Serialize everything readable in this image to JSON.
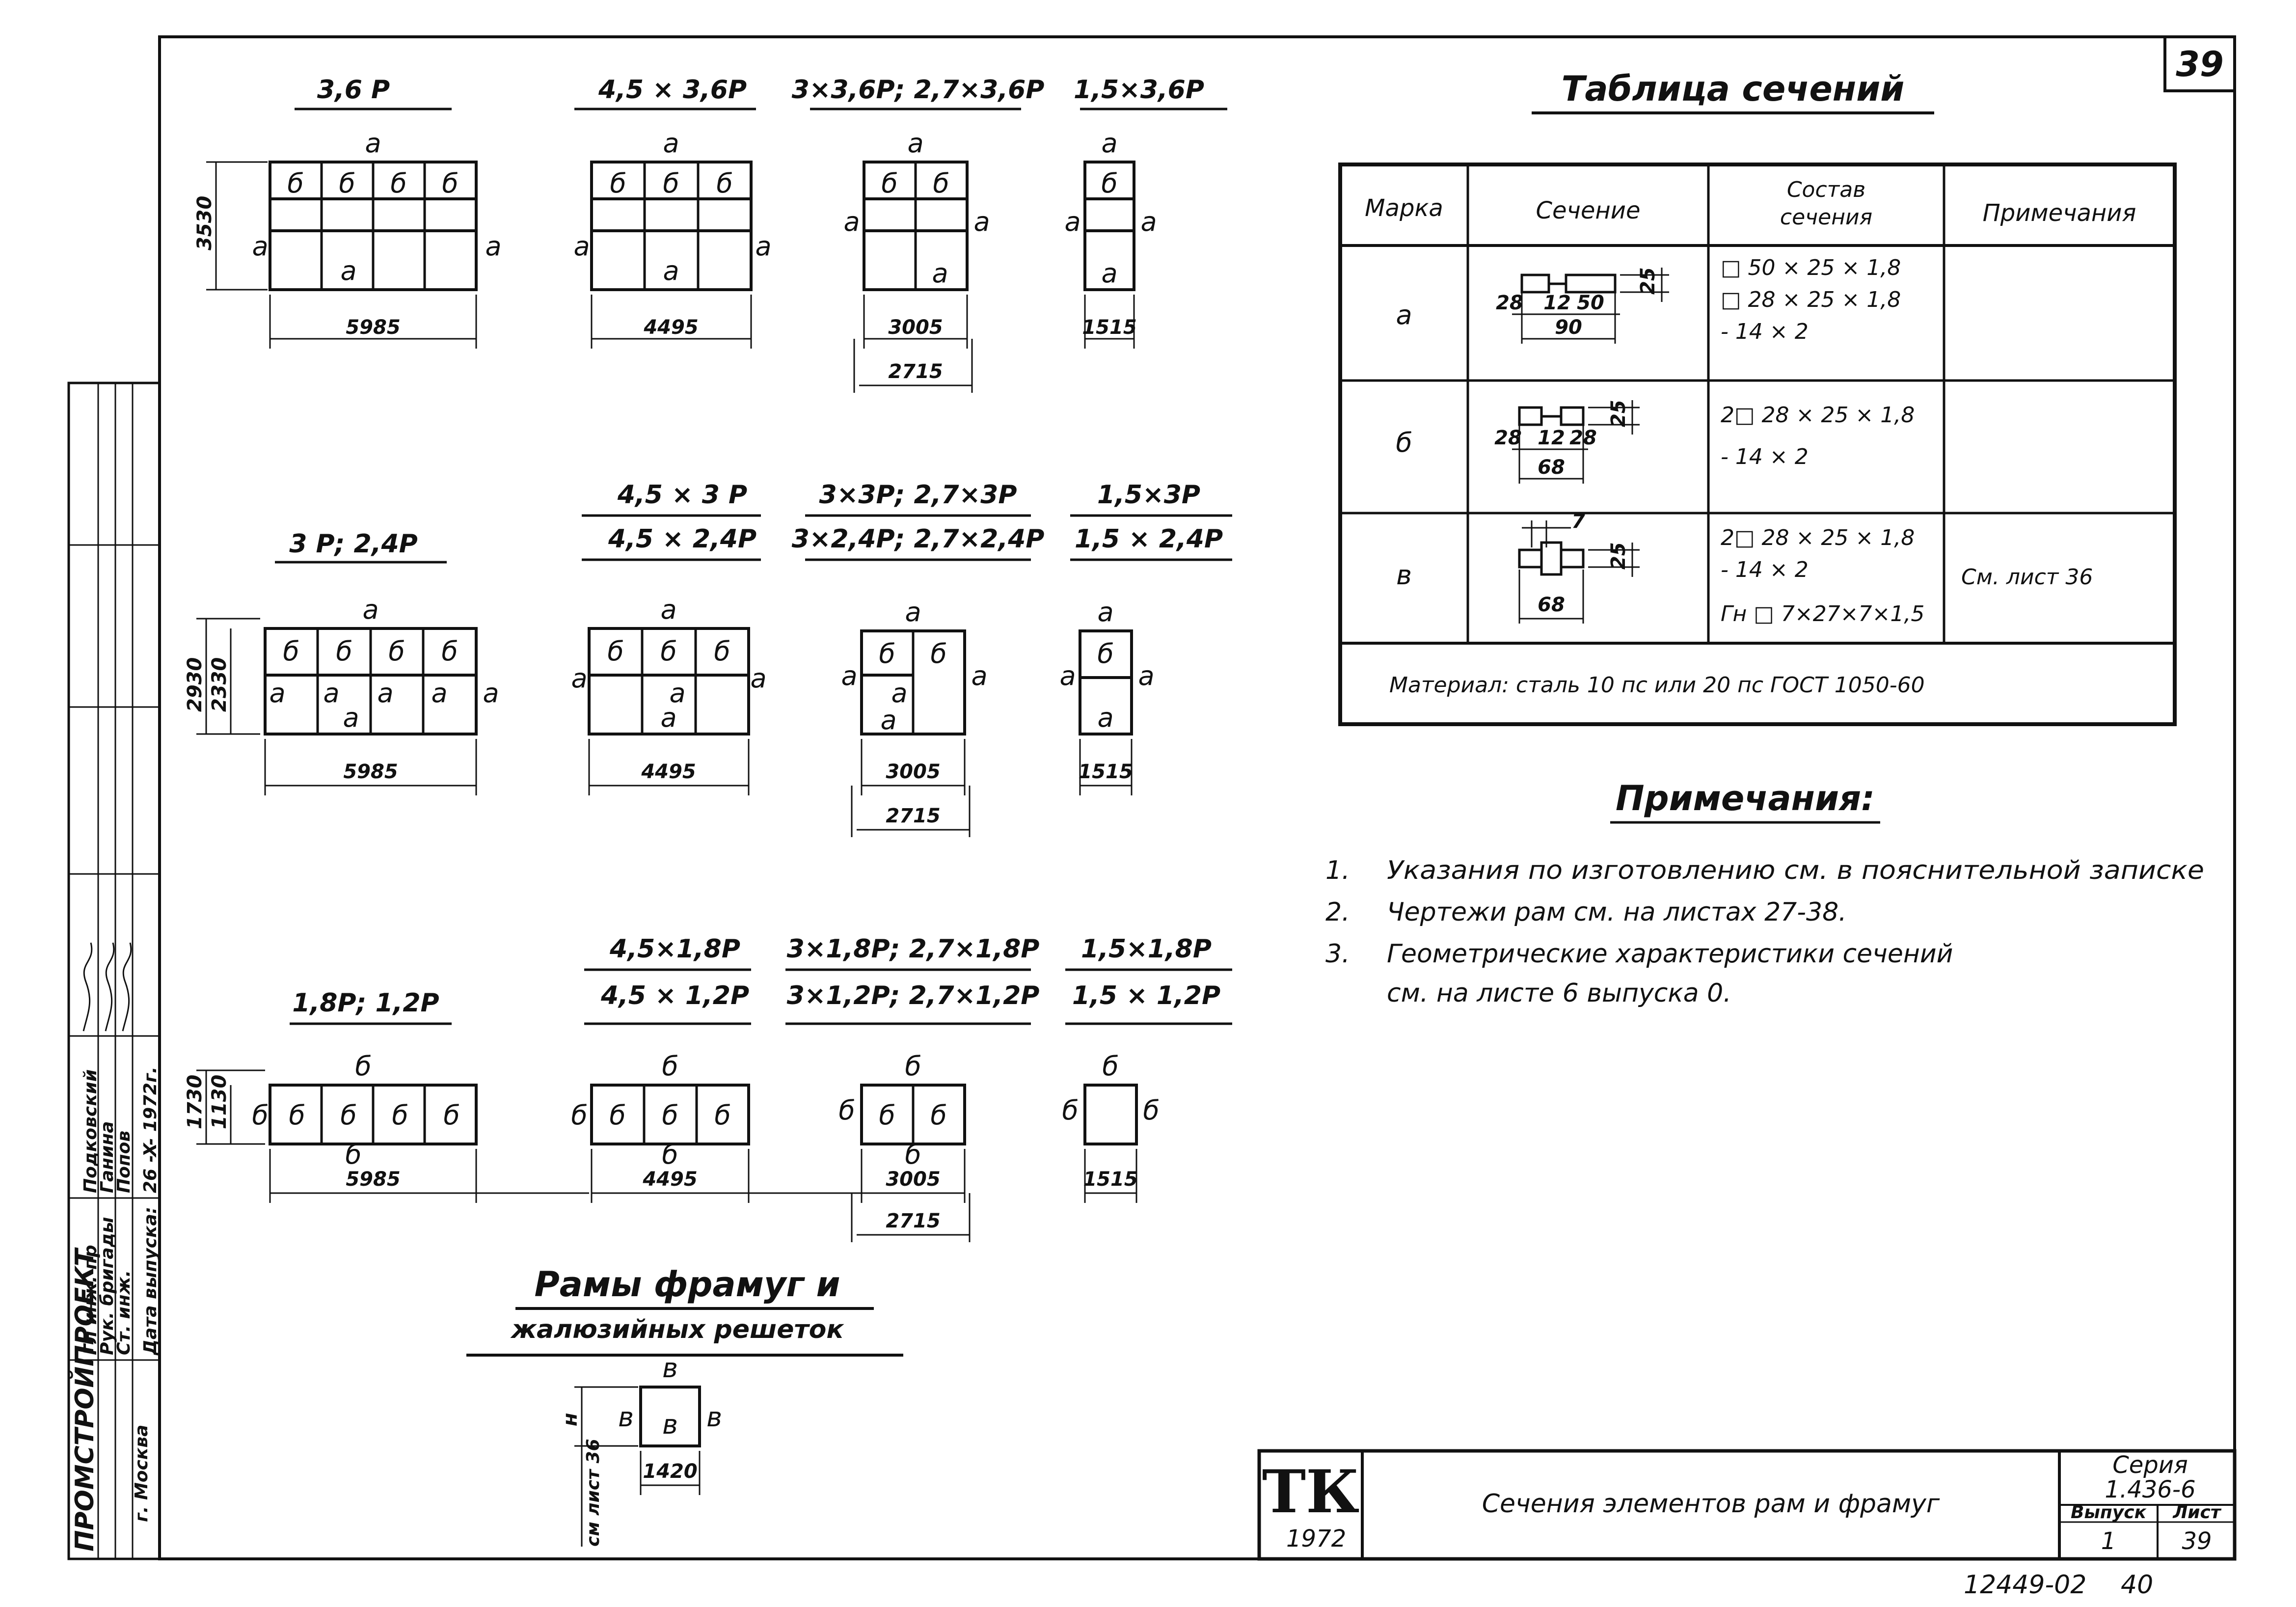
{
  "sheet": {
    "page_number": "39",
    "archive_number": "12449-02",
    "archive_page": "40"
  },
  "frames_top": [
    {
      "title": "3,6 P",
      "width": "5985",
      "height": "3530"
    },
    {
      "title": "4,5 × 3,6P",
      "width": "4495"
    },
    {
      "title": "3×3,6P; 2,7×3,6P",
      "width": "3005",
      "width2": "2715"
    },
    {
      "title": "1,5×3,6P",
      "width": "1515"
    }
  ],
  "frames_mid": [
    {
      "title": "3 P; 2,4P",
      "width": "5985",
      "height1": "2930",
      "height2": "2330"
    },
    {
      "title": "4,5 × 3 P",
      "subtitle": "4,5 × 2,4P",
      "width": "4495"
    },
    {
      "title": "3×3P; 2,7×3P",
      "subtitle": "3×2,4P; 2,7×2,4P",
      "width": "3005",
      "width2": "2715"
    },
    {
      "title": "1,5×3P",
      "subtitle": "1,5 × 2,4P",
      "width": "1515"
    }
  ],
  "frames_bot": [
    {
      "title": "1,8P; 1,2P",
      "width": "5985",
      "height1": "1730",
      "height2": "1130"
    },
    {
      "title": "4,5×1,8P",
      "subtitle": "4,5 × 1,2P",
      "width": "4495"
    },
    {
      "title": "3×1,8P; 2,7×1,8P",
      "subtitle": "3×1,2P; 2,7×1,2P",
      "width": "3005",
      "width2": "2715"
    },
    {
      "title": "1,5×1,8P",
      "subtitle": "1,5 × 1,2P",
      "width": "1515"
    }
  ],
  "labels": {
    "a": "a",
    "b": "б",
    "v": "в"
  },
  "louver": {
    "title_line1": "Рамы фрамуг и",
    "title_line2": "жалюзийных решеток",
    "width": "1420",
    "height": "н",
    "note": "см лист 36"
  },
  "table": {
    "title": "Таблица сечений",
    "headers": [
      "Марка",
      "Сечение",
      "Состав сечения",
      "Примечания"
    ],
    "rows": [
      {
        "mark": "а",
        "composition": [
          "□ 50 × 25 × 1,8",
          "□ 28 × 25 × 1,8",
          "- 14 × 2"
        ],
        "note": "",
        "dims": [
          "28",
          "12",
          "50",
          "25",
          "90"
        ]
      },
      {
        "mark": "б",
        "composition": [
          "2□ 28 × 25 × 1,8",
          "- 14 × 2"
        ],
        "note": "",
        "dims": [
          "28",
          "12",
          "28",
          "25",
          "68"
        ]
      },
      {
        "mark": "в",
        "composition": [
          "2□ 28 × 25 × 1,8",
          "- 14 × 2",
          "Гн □ 7×27×7×1,5"
        ],
        "note": "См. лист 36",
        "dims": [
          "7",
          "25",
          "68"
        ]
      }
    ],
    "material": "Материал: сталь 10 пс или 20 пс ГОСТ 1050-60"
  },
  "notes": {
    "title": "Примечания:",
    "items": [
      {
        "num": "1.",
        "text": "Указания по изготовлению см. в пояснительной записке"
      },
      {
        "num": "2.",
        "text": "Чертежи рам см. на листах    27-38."
      },
      {
        "num": "3.",
        "text": "Геометрические характеристики сечений"
      }
    ],
    "continuation": "см. на листе    6    выпуска 0."
  },
  "stamp": {
    "logo": "ТК",
    "year": "1972",
    "title": "Сечения элементов рам и фрамуг",
    "series_label": "Серия",
    "series": "1.436-6",
    "issue_label": "Выпуск",
    "issue": "1",
    "sheet_label": "Лист",
    "sheet": "39"
  },
  "side_stamp": {
    "org": "ПРОМСТРОЙПРОЕКТ",
    "city": "г. Москва",
    "roles": [
      "Гл инж. пр",
      "Рук. бригады",
      "Ст. инж.",
      "Дата выпуска:"
    ],
    "names": [
      "Подковский",
      "Ганина",
      "Попов",
      "26 -X- 1972г."
    ]
  }
}
